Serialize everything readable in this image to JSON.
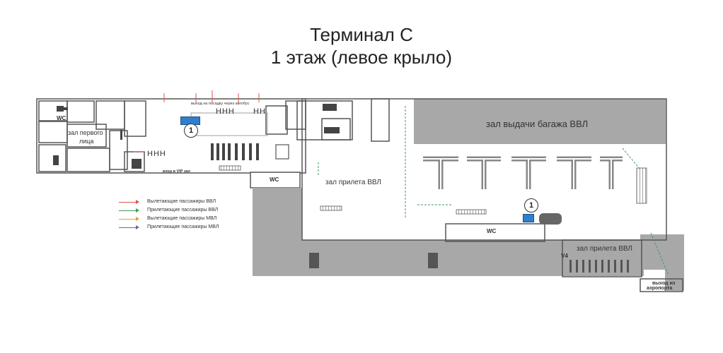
{
  "title": {
    "line1": "Терминал С",
    "line2": "1 этаж (левое крыло)"
  },
  "rooms": {
    "wc_left": "WC",
    "first_person_hall_line1": "зал первого",
    "first_person_hall_line2": "лица",
    "wc_center": "WC",
    "wc_right": "WC",
    "baggage_claim": "зал выдачи багажа ВВЛ",
    "arrival_hall_left": "зал прилета ВВЛ",
    "arrival_hall_right": "зал прилета ВВЛ",
    "exit_line1": "выход из",
    "exit_line2": "аэропорта"
  },
  "signs": {
    "bus_boarding_exit": "выход на посадку через автобус",
    "vip_entrance": "вход в VIP зал",
    "gate_hhh_1": "HHH",
    "gate_hhh_2": "HH",
    "gate_hhh_3": "HHH",
    "v4": "V4"
  },
  "markers": {
    "left": "1",
    "right": "1"
  },
  "legend": [
    {
      "label": "Вылетающие пассажиры ВВЛ",
      "color": "#e0524f"
    },
    {
      "label": "Прилетающие пассажиры ВВЛ",
      "color": "#3f9a62"
    },
    {
      "label": "Вылетающие пассажиры МВЛ",
      "color": "#e89a3a"
    },
    {
      "label": "Прилетающие пассажиры МВЛ",
      "color": "#7a5db0"
    }
  ],
  "colors": {
    "wall": "#555555",
    "gray_zone": "#999999",
    "kiosk": "#2f7fcf",
    "arrival_flow": "#3f9a62",
    "departure_flow": "#e0524f"
  }
}
